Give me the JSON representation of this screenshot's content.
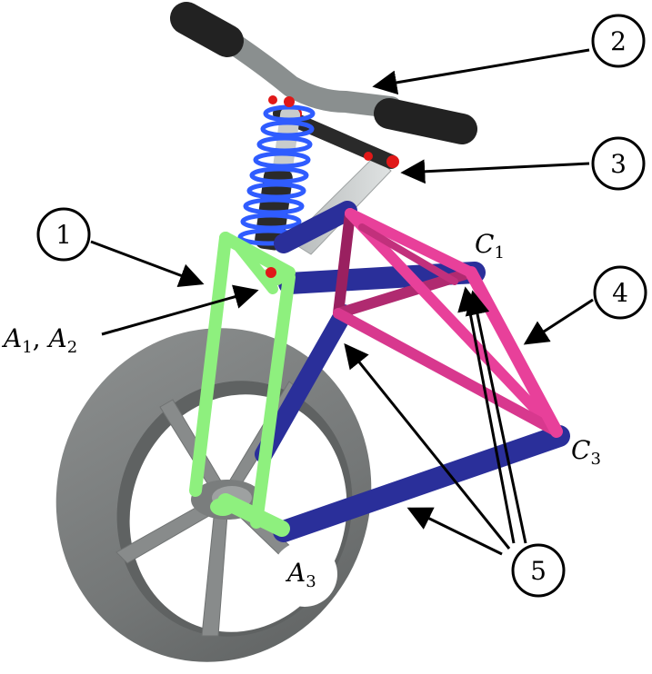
{
  "callouts": [
    {
      "id": "c1",
      "label": "1"
    },
    {
      "id": "c2",
      "label": "2"
    },
    {
      "id": "c3",
      "label": "3"
    },
    {
      "id": "c4",
      "label": "4"
    },
    {
      "id": "c5",
      "label": "5"
    }
  ],
  "points": {
    "c1": {
      "letter": "C",
      "sub": "1"
    },
    "c3": {
      "letter": "C",
      "sub": "3"
    },
    "a3": {
      "letter": "A",
      "sub": "3"
    },
    "a12": {
      "letter1": "A",
      "sub1": "1",
      "sep": ", ",
      "letter2": "A",
      "sub2": "2"
    }
  },
  "colors": {
    "tire": "#7d8080",
    "tire_dark": "#5a5d5d",
    "hub": "#8a8d8d",
    "fork_green": "#8ef07e",
    "link_blue": "#2a2f9a",
    "truss_pink": "#e8409a",
    "truss_dark": "#9a2060",
    "steer_gray": "#c8cccc",
    "handlebar": "#8a8f8f",
    "grip": "#222222",
    "spring": "#2f5cff",
    "damper": "#2a2a2a",
    "joint_red": "#e01818"
  }
}
